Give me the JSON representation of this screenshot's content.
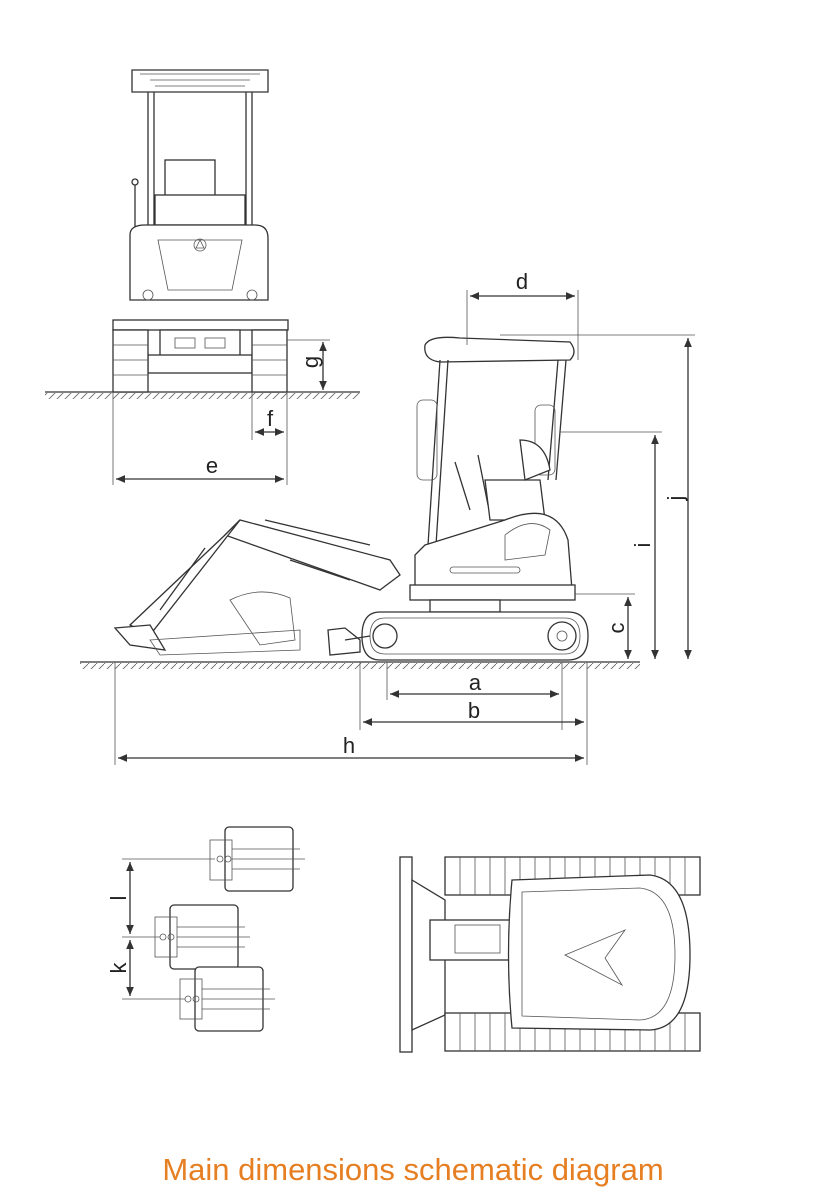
{
  "caption": "Main dimensions schematic diagram",
  "colors": {
    "caption": "#e67e22",
    "line": "#333333"
  },
  "labels": {
    "a": "a",
    "b": "b",
    "c": "c",
    "d": "d",
    "e": "e",
    "f": "f",
    "g": "g",
    "h": "h",
    "i": "i",
    "j": "j",
    "k": "k",
    "l": "l"
  },
  "icons": {
    "brand_logo": "sany-logo"
  }
}
